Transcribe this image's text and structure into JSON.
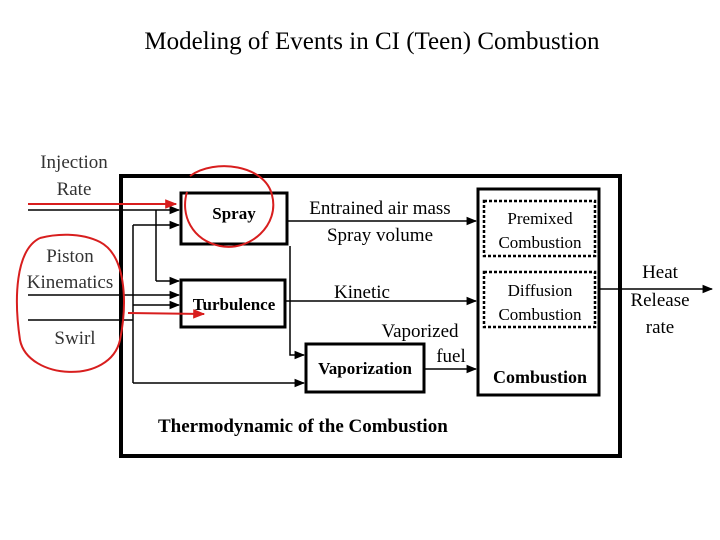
{
  "title": "Modeling of Events in CI (Teen) Combustion",
  "diagram": {
    "inputs": {
      "injection_rate": [
        "Injection",
        "Rate"
      ],
      "piston_kinematics": [
        "Piston",
        "Kinematics"
      ],
      "swirl": "Swirl"
    },
    "blocks": {
      "spray": "Spray",
      "turbulence": "Turbulence",
      "vaporization": "Vaporization",
      "premixed": [
        "Premixed",
        "Combustion"
      ],
      "diffusion": [
        "Diffusion",
        "Combustion"
      ],
      "combustion": "Combustion"
    },
    "flows": {
      "entrained_air_mass": "Entrained air mass",
      "spray_volume": "Spray volume",
      "kinetic": "Kinetic",
      "vaporized_fuel": [
        "Vaporized",
        "fuel"
      ]
    },
    "output": [
      "Heat",
      "Release",
      "rate"
    ],
    "footer": "Thermodynamic of the Combustion"
  },
  "colors": {
    "annotation": "#d81e1e",
    "line": "#000000"
  }
}
